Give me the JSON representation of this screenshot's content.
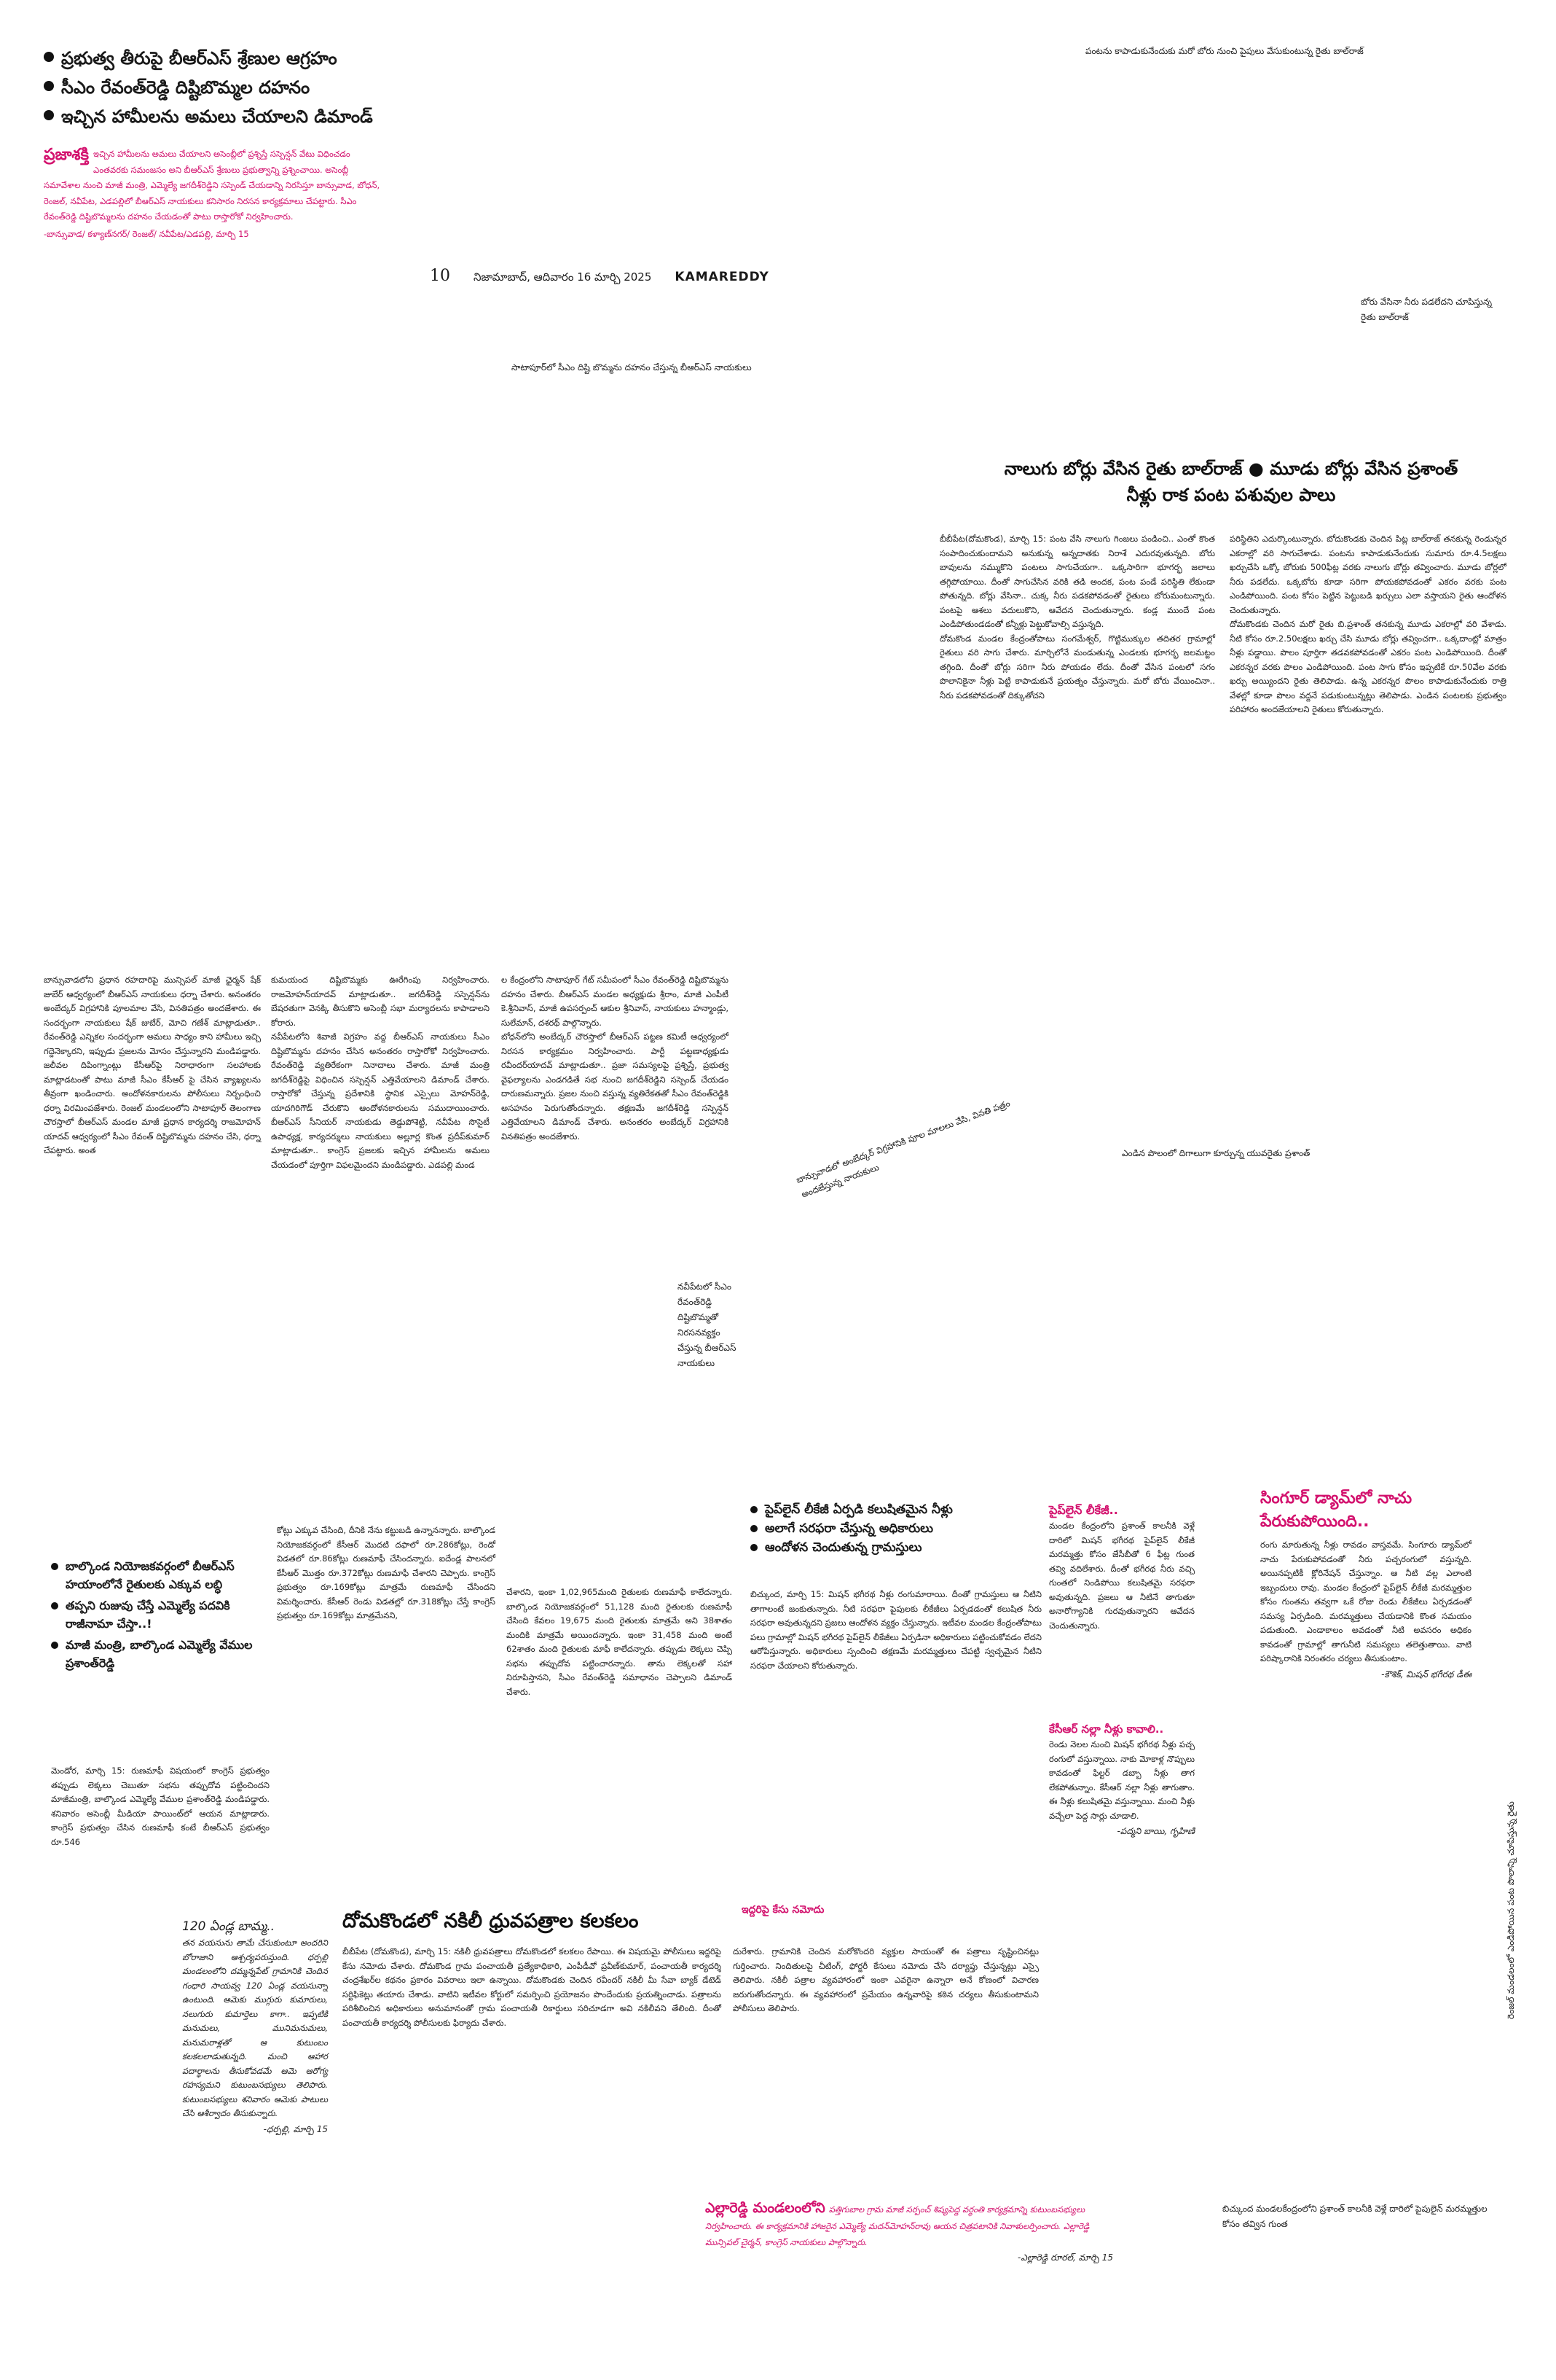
{
  "top_bullets": [
    "ప్రభుత్వ తీరుపై బీఆర్ఎస్ శ్రేణుల ఆగ్రహం",
    "సీఎం రేవంత్‌రెడ్డి దిష్టిబొమ్మల దహనం",
    "ఇచ్చిన హామీలను అమలు చేయాలని డిమాండ్"
  ],
  "top_story": {
    "lead_word": "ప్రజాశక్తి",
    "text": "ఇచ్చిన హామీలను అమలు చేయాలని అసెంబ్లీలో ప్రశ్నిస్తే సస్పెన్షన్ వేటు విధించడం ఎంతవరకు సమంజసం అని బీఆర్ఎస్ శ్రేణులు ప్రభుత్వాన్ని ప్రశ్నించాయి. అసెంబ్లీ సమావేశాల నుంచి మాజీ మంత్రి, ఎమ్మెల్యే జగదీశ్‌రెడ్డిని సస్పెండ్ చేయడాన్ని నిరసిస్తూ బాన్సువాడ, బోధన్, రెంజల్, నవీపేట, ఎడపల్లిలో బీఆర్ఎస్ నాయకులు కనిసారం నిరసన కార్యక్రమాలు చేపట్టారు. సీఎం రేవంత్‌రెడ్డి దిష్టిబొమ్మలను దహనం చేయడంతో పాటు రాస్తారోకో నిర్వహించారు.",
    "credit": "-బాన్సువాడ/ కళ్యాణ్‌నగర్/ రెంజల్/ నవీపేట/ఎడపల్లి, మార్చి 15"
  },
  "header": {
    "page_number": "10",
    "dateline": "నిజామాబాద్, ఆదివారం 16 మార్చి 2025",
    "edition": "KAMAREDDY"
  },
  "photo_captions": {
    "top_right": "పంటను కాపాడుకునేందుకు మరో బోరు నుంచి పైపులు వేసుకుంటున్న రైతు బాల్‌రాజ్",
    "borewell": "బోరు వేసినా నీరు పడలేదని చూపిస్తున్న రైతు బాల్‌రాజ్",
    "satapur": "సాటాపూర్‌లో సీఎం దిష్టి బొమ్మను దహనం చేస్తున్న బీఆర్ఎస్ నాయకులు",
    "dried_field": "ఎండిన పొలంలో దిగాలుగా కూర్చున్న యువరైతు ప్రశాంత్",
    "banswada_rotated": "బాన్సువాడలో అంబేద్కర్ విగ్రహానికి పూల మాలలు వేసి, వినతి పత్రం అందజేస్తున్న నాయకులు",
    "navipet": "నవీపేటలో సీఎం రేవంత్‌రెడ్డి దిష్టిబొమ్మతో నిరసనవ్యక్తం చేస్తున్న బీఆర్ఎస్ నాయకులు",
    "pipeline": "బిచ్కుంద మండలకేంద్రంలోని ప్రశాంత్ కాలనీకి వెళ్లే దారిలో పైపులైన్ మరమ్మత్తుల కోసం తవ్విన గుంత",
    "singur_rotated": "రెంజల్ మండలంలో ఎండిపోయిన పంట పొలాన్ని చూపిస్తున్న రైతు"
  },
  "bore_story": {
    "headline_1": "నాలుగు బోర్లు వేసిన రైతు బాల్‌రాజ్",
    "headline_sep": "●",
    "headline_2": "మూడు బోర్లు వేసిన ప్రశాంత్",
    "subheadline": "నీళ్లు రాక పంట పశువుల పాలు",
    "col_1": "బీబీపేట(దోమకొండ), మార్చి 15: పంట వేసి నాలుగు గింజలు పండించి.. ఎంతో కొంత సంపాదించుకుందామని అనుకున్న అన్నదాతకు నిరాశే ఎదురవుతున్నది. బోరు బావులను నమ్ముకొని పంటలు సాగుచేయగా.. ఒక్కసారిగా భూగర్భ జలాలు తగ్గిపోయాయి. దీంతో సాగుచేసిన వరికి తడి అందక, పంట పండే పరిస్థితి లేకుండా పోతున్నది. బోర్లు వేసినా.. చుక్క నీరు పడకపోవడంతో రైతులు బోరుమంటున్నారు. పంటపై ఆశలు వదులుకొని, ఆవేదన చెందుతున్నారు. కండ్ల ముందే పంట ఎండిపోతుండడంతో కన్నీళ్లు పెట్టుకోవాల్సి వస్తున్నది.\nదోమకొండ మండల కేంద్రంతోపాటు సంగమేశ్వర్, గొట్టిముక్కుల తదితర గ్రామాల్లో రైతులు వరి సాగు చేశారు. మార్చిలోనే మండుతున్న ఎండలకు భూగర్భ జలమట్టం తగ్గింది. దీంతో బోర్లు సరిగా నీరు పోయడం లేదు. దీంతో వేసిన పంటలో సగం పొలానికైనా నీళ్లు పెట్టి కాపాడుకునే ప్రయత్నం చేస్తున్నారు. మరో బోరు వేయించినా.. నీరు పడకపోవడంతో దిక్కుతోచని",
    "col_2": "పరిస్థితిని ఎదుర్కొంటున్నారు. బోదుకొండకు చెందిన పిట్ల బాల్‌రాజ్ తనకున్న రెండున్నర ఎకరాల్లో వరి సాగుచేశాడు. పంటను కాపాడుకునేందుకు సుమారు రూ.4.5లక్షలు ఖర్చుచేసి ఒక్కో బోరుకు 500ఫీట్ల వరకు నాలుగు బోర్లు తవ్వించారు. మూడు బోర్లలో నీరు పడలేదు. ఒక్కబోరు కూడా సరిగా పోయకపోవడంతో ఎకరం వరకు పంట ఎండిపోయింది. పంట కోసం పెట్టిన పెట్టుబడి ఖర్చులు ఎలా వస్తాయని రైతు ఆందోళన చెందుతున్నారు.\nదోమకొండకు చెందిన మరో రైతు బి.ప్రశాంత్ తనకున్న మూడు ఎకరాల్లో వరి వేశాడు. నీటి కోసం రూ.2.50లక్షలు ఖర్చు చేసి మూడు బోర్లు తవ్వించగా.. ఒక్కదాంట్లో మాత్రం నీళ్లు పడ్డాయి. పొలం పూర్తిగా తడవకపోవడంతో ఎకరం పంట ఎండిపోయింది. దీంతో ఎకరన్నర వరకు పొలం ఎండిపోయింది. పంట సాగు కోసం ఇప్పటికే రూ.50వేల వరకు ఖర్చు అయ్యిందని రైతు తెలిపాడు. ఉన్న ఎకరన్నర పొలం కాపాడుకునేందుకు రాత్రి వేళల్లో కూడా పొలం వద్దనే పడుకుంటున్నట్లు తెలిపాడు. ఎండిన పంటలకు ప్రభుత్వం పరిహారం అందజేయాలని రైతులు కోరుతున్నారు."
  },
  "brs_story": {
    "col_1": "బాన్సువాడలోని ప్రధాన రహదారిపై మున్సిపల్ మాజీ ఛైర్మన్ షేక్ జుబేర్ ఆధ్వర్యంలో బీఆర్ఎస్ నాయకులు ధర్నా చేశారు. అనంతరం అంబేద్కర్ విగ్రహానికి పూలమాల వేసి, వినతిపత్రం అందజేశారు. ఈ సందర్భంగా నాయకులు షేక్ జుబేర్, మోచి గణేశ్ మాట్లాడుతూ.. రేవంత్‌రెడ్డి ఎన్నికల సందర్భంగా అమలు సాధ్యం కాని హామీలు ఇచ్చి గద్దెనెక్కారని, ఇప్పుడు ప్రజలను మోసం చేస్తున్నారని మండిపడ్డారు. జలీవల దిపింగ్నాంట్లు కేసీఆర్‌పై నిరాధారంగా సలహాలకు మాట్లాడటంతో పాటు మాజీ సీఎం కేసీఆర్ పై చేసిన వ్యాఖ్యలను తీవ్రంగా ఖండించారు. అందోళనకారులను పోలీసులు నిర్బంధించి ధర్నా విరమింపజేశారు. రెంజల్ మండలంలోని సాటాపూర్ తెలంగాణ చౌరస్తాలో బీఆర్ఎస్ మండల మాజీ ప్రధాన కార్యదర్శి రాజమోహన్ యాదవ్ ఆధ్వర్యంలో సీఎం రేవంత్ దిష్టిబొమ్మను దహనం చేసి, ధర్నా చేపట్టారు. అంత",
    "col_2": "కుమయంద దిష్టిబొమ్మకు ఊరేగింపు నిర్వహించారు. రాజమోహన్‌యాదవ్ మాట్లాడుతూ.. జగదీశ్‌రెడ్డి సస్పెన్షన్‌ను బేషరతుగా వెనక్కి తీసుకొని అసెంబ్లీ సభా మర్యాదలను కాపాడాలని కోరారు.\nనవీపేటలోని శివాజీ విగ్రహం వద్ద బీఆర్ఎస్ నాయకులు సీఎం దిష్టిబొమ్మను దహనం చేసిన అనంతరం రాస్తారోకో నిర్వహించారు. రేవంత్‌రెడ్డి వ్యతిరేకంగా నినాదాలు చేశారు. మాజీ మంత్రి జగదీశ్‌రెడ్డిపై విధించిన సస్పెన్షన్ ఎత్తివేయాలని డిమాండ్ చేశారు. రాస్తారోకో చేస్తున్న ప్రదేశానికి స్థానిక ఎస్సైలు మోహన్‌రెడ్డి, యాదగిరిగౌడ్ చేరుకొని ఆందోళనకారులను సముదాయించారు. బీఆర్ఎస్ సీనియర్ నాయకుడు తెడ్డుపోశెట్టి, నవీపేట సొసైటీ ఉపాధ్యక్ష, కార్యదర్శులు నాయకులు అల్లూర్ల కొంత ప్రదీప్‌కుమార్ మాట్లాడుతూ.. కాంగ్రెస్ ప్రజలకు ఇచ్చిన హామీలను అమలు చేయడంలో పూర్తిగా విఫలమైందని మండిపడ్డారు. ఎడపల్లి మండ",
    "col_3": "ల కేంద్రంలోని సాటాపూర్ గేట్ సమీపంలో సీఎం రేవంత్‌రెడ్డి దిష్టిబొమ్మను దహనం చేశారు. బీఆర్ఎస్ మండల అధ్యక్షుడు శ్రీరాం, మాజీ ఎంపీటీ కె.శ్రీనివాస్, మాజీ ఉపసర్పంచ్ ఆకుల శ్రీనివాస్, నాయకులు హన్మాండ్లు, సులేమాన్, దశరథ్ పాల్గొన్నారు.\nబోధన్‌లోని అంబేద్కర్ చౌరస్తాలో బీఆర్ఎస్ పట్టణ కమిటీ ఆధ్వర్యంలో నిరసన కార్యక్రమం నిర్వహించారు. పార్టీ పట్టణాధ్యక్షుడు రవీందర్‌యాదవ్ మాట్లాడుతూ.. ప్రజా సమస్యలపై ప్రశ్నిస్తే, ప్రభుత్వ వైఫల్యాలను ఎండగడితే సభ నుంచి జగదీశ్‌రెడ్డిని సస్పెండ్ చేయడం దారుణమన్నారు. ప్రజల నుంచి వస్తున్న వ్యతిరేకతతో సీఎం రేవంత్‌రెడ్డికి అసహనం పెరుగుతోందన్నారు. తక్షణమే జగదీశ్‌రెడ్డి సస్పెన్షన్ ఎత్తివేయాలని డిమాండ్ చేశారు. అనంతరం అంబేద్కర్ విగ్రహానికి వినతిపత్రం అందజేశారు."
  },
  "balkonda_story": {
    "bullets": [
      "బాల్కొండ నియోజకవర్గంలో బీఆర్ఎస్ హయాంలోనే రైతులకు ఎక్కువ లబ్ధి",
      "తప్పని రుజువు చేస్తే ఎమ్మెల్యే పదవికి రాజీనామా చేస్తా..!",
      "మాజీ మంత్రి, బాల్కొండ ఎమ్మెల్యే వేముల ప్రశాంత్‌రెడ్డి"
    ],
    "col_1": "మెండోర, మార్చి 15: రుణమాఫీ విషయంలో కాంగ్రెస్ ప్రభుత్వం తప్పుడు లెక్కలు చెబుతూ సభను తప్పుదోవ పట్టించిందని మాజీమంత్రి, బాల్కొండ ఎమ్మెల్యే వేముల ప్రశాంత్‌రెడ్డి మండిపడ్డారు. శనివారం అసెంబ్లీ మీడియా పాయింట్‌లో ఆయన మాట్లాడారు. కాంగ్రెస్ ప్రభుత్వం చేసిన రుణమాఫీ కంటే బీఆర్ఎస్ ప్రభుత్వం రూ.546",
    "col_2": "కోట్లు ఎక్కువ చేసింది, దీనికి నేను కట్టుబడి ఉన్నానన్నారు. బాల్కొండ నియోజకవర్గంలో కేసీఆర్ మొదటి దఫాలో రూ.286కోట్లు, రెండో విడతలో రూ.86కోట్లు రుణమాఫీ చేసిందన్నారు. ఐదేండ్ల పాలనలో కేసీఆర్ మొత్తం రూ.372కోట్లు రుణమాఫీ చేశారని చెప్పారు. కాంగ్రెస్ ప్రభుత్వం రూ.169కోట్లు మాత్రమే రుణమాఫీ చేసిందని విమర్శించారు. కేసీఆర్ రెండు విడతల్లో రూ.318కోట్లు చేస్తే కాంగ్రెస్ ప్రభుత్వం రూ.169కోట్లు మాత్రమేనని,",
    "col_3": "చేశారని, ఇంకా 1,02,965మంది రైతులకు రుణమాఫీ కాలేదన్నారు. బాల్కొండ నియోజకవర్గంలో 51,128 మంది రైతులకు రుణమాఫీ చేసింది కేవలం 19,675 మంది రైతులకు మాత్రమే అని 38శాతం మందికి మాత్రమే అయిందన్నారు. ఇంకా 31,458 మంది అంటే 62శాతం మంది రైతులకు మాఫీ కాలేదన్నారు. తప్పుడు లెక్కలు చెప్పి సభను తప్పుదోవ పట్టించారన్నారు. తాను లెక్కలతో సహా నిరూపిస్తానని, సీఎం రేవంత్‌రెడ్డి సమాధానం చెప్పాలని డిమాండ్ చేశారు."
  },
  "bottom_left": {
    "headline": "120 ఏండ్ల బామ్మ..",
    "text": "తన వయసును తామే చేసుకుంటూ అందరిని బోరాజాని ఆశ్చర్యపరుస్తుంది. ధర్పల్లి మండలంలోని దమ్మన్నపేట్ గ్రామానికి చెందిన గంధారి సాయవ్వ 120 ఏండ్ల వయసున్నా ఉంటుంది. ఆమెకు ముగ్గురు కుమారులు, నలుగురు కుమార్తెలు కాగా.. ఇప్పటికి మనుమలు, మునిమనుమలు, మనుమరాళ్లతో ఆ కుటుంబం కలకలలాడుతున్నది. మంచి ఆహార పదార్థాలను తీసుకోవడమే ఆమె ఆరోగ్య రహస్యమని కుటుంబసభ్యులు తెలిపారు. కుటుంబసభ్యులు శనివారం ఆమెకు పాటులు చేసి ఆశీర్వాదం తీసుకున్నారు.",
    "credit": "-ధర్పల్లి, మార్చి 15"
  },
  "domakonda_story": {
    "headline": "దోమకొండలో నకిలీ ధ్రువపత్రాల కలకలం",
    "col_1": "బీబీపేట (దోమకొండ), మార్చి 15: నకిలీ ధ్రువపత్రాలు దోమకొండలో కలకలం రేపాయి. ఈ విషయమై పోలీసులు ఇద్దరిపై కేసు నమోదు చేశారు. దోమకొండ గ్రామ పంచాయతీ ప్రత్యేకాధికారి, ఎంపీడీవో ప్రవీణ్‌కుమార్, పంచాయతీ కార్యదర్శి చంద్రశేఖర్‌ల కథనం ప్రకారం వివరాలు ఇలా ఉన్నాయి. దోమకొండకు చెందిన రవీందర్ నకిలీ మీ సేవా బ్యాక్ డేటెడ్ సర్టిఫికెట్లు తయారు చేశాడు. వాటిని ఇటీవల కోర్టులో సమర్పించి ప్రయోజనం పొందేందుకు ప్రయత్నించాడు. పత్రాలను పరిశీలించిన అధికారులు అనుమానంతో గ్రామ పంచాయతీ రికార్డులు సరిచూడగా అవి నకిలీవని తేలింది. దీంతో పంచాయతీ కార్యదర్శి పోలీసులకు ఫిర్యాదు చేశారు.",
    "col_2": "దురేశారు. గ్రామానికి చెందిన మరోకొందరి వ్యక్తుల సాయంతో ఈ పత్రాలు సృష్టించినట్లు గుర్తించారు. నిందితులపై చీటింగ్, ఫోర్జరీ కేసులు నమోదు చేసి దర్యాప్తు చేస్తున్నట్లు ఎస్సై తెలిపారు. నకిలీ పత్రాల వ్యవహారంలో ఇంకా ఎవరైనా ఉన్నారా అనే కోణంలో విచారణ జరుగుతోందన్నారు. ఈ వ్యవహారంలో ప్రమేయం ఉన్నవారిపై కఠిన చర్యలు తీసుకుంటామని పోలీసులు తెలిపారు.",
    "sub_headline": "ఇద్దరిపై కేసు నమోదు"
  },
  "yellareddy_story": {
    "headline": "ఎల్లారెడ్డి మండలంలోని",
    "text": "పత్తిగుబాల గ్రామ మాజీ సర్పంచ్ శిష్యపెద్ద వర్ధంతి కార్యక్రమాన్ని కుటుంబసభ్యులు నిర్వహించారు. ఈ కార్యక్రమానికి హాజరైన ఎమ్మెల్యే మదన్‌మోహన్‌రావు ఆయన చిత్రపటానికి నివాళులర్పించారు. ఎల్లారెడ్డి మున్సిపల్ చైర్మన్, కాంగ్రెస్ నాయకులు పాల్గొన్నారు.",
    "credit": "-ఎల్లారెడ్డి రూరల్, మార్చి 15"
  },
  "pipeline_story": {
    "bullets": [
      "పైప్‌లైన్ లీకేజీ ఏర్పడి కలుషితమైన నీళ్లు",
      "అలాగే సరఫరా చేస్తున్న అధికారులు",
      "ఆందోళన చెందుతున్న గ్రామస్తులు"
    ],
    "side_headline": "పైప్‌లైన్ లీకేజీ..",
    "side_text": "మండల కేంద్రంలోని ప్రశాంత్ కాలనీకి వెళ్లే దారిలో మిషన్ భగీరథ పైప్‌లైన్ లీకేజీ మరమ్మత్తు కోసం జేసీబీతో 6 ఫీట్ల గుంత తవ్వి వదిలేశారు. దీంతో భగీరథ నీరు వచ్చి గుంతలో నిండిపోయి కలుషితమై సరఫరా అవుతున్నది. ప్రజలు ఆ నీటినే తాగుతూ అనారోగ్యానికి గురవుతున్నారని ఆవేదన చెందుతున్నారు.",
    "text": "బిచ్కుంద, మార్చి 15: మిషన్ భగీరథ నీళ్లు రంగుమారాయి. దీంతో గ్రామస్తులు ఆ నీటిని తాగాలంటే జంకుతున్నారు. నీటి సరఫరా పైపులకు లీకేజీలు ఏర్పడడంతో కలుషిత నీరు సరఫరా అవుతున్నదని ప్రజలు ఆందోళన వ్యక్తం చేస్తున్నారు. ఇటీవల మండల కేంద్రంతోపాటు పలు గ్రామాల్లో మిషన్ భగీరథ పైప్‌లైన్ లీకేజీలు ఏర్పడినా అధికారులు పట్టించుకోవడం లేదని ఆరోపిస్తున్నారు. అధికారులు స్పందించి తక్షణమే మరమ్మత్తులు చేపట్టి స్వచ్ఛమైన నీటిని సరఫరా చేయాలని కోరుతున్నారు.",
    "sub_headline": "కేసీఆర్ నల్లా నీళ్లు కావాలి..",
    "quote": "రెండు నెలల నుంచి మిషన్ భగీరథ నీళ్లు పచ్చ రంగులో వస్తున్నాయి. నాకు మోకాళ్ల నొప్పులు కావడంతో ఫిల్టర్ డబ్బా నీళ్లు తాగ లేకపోతున్నాం. కేసీఆర్ నల్లా నీళ్లు తాగుతాం. ఈ నీళ్లు కలుషితమై వస్తున్నాయి. మంచి నీళ్లు వచ్చేలా పెద్ద సార్లు చూడాలి.",
    "quote_credit": "-పద్మని బాయి, గృహిణి"
  },
  "singur_story": {
    "headline": "సింగూర్ డ్యామ్‌లో నాచు పేరుకుపోయింది..",
    "text": "రంగు మారుతున్న నీళ్లు రావడం వాస్తవమే. సింగూరు డ్యామ్‌లో నాచు పేరుకుపోవడంతో నీరు పచ్చరంగులో వస్తున్నది. అయినప్పటికీ క్లోరినేషన్ చేస్తున్నాం. ఆ నీటి వల్ల ఎలాంటి ఇబ్బందులు రావు. మండల కేంద్రంలో పైప్‌లైన్ లీకేజీ మరమ్మత్తుల కోసం గుంతను తవ్వగా ఒకే రోజు రెండు లీకేజీలు ఏర్పడడంతో సమస్య ఏర్పడింది. మరమ్మత్తులు చేయడానికి కొంత సమయం పడుతుంది. ఎండాకాలం అవడంతో నీటి అవసరం అధికం కావడంతో గ్రామాల్లో తాగునీటి సమస్యలు తలెత్తుతాయి. వాటి పరిష్కారానికి నిరంతరం చర్యలు తీసుకుంటాం.",
    "credit": "-కౌశిక్, మిషన్ భగీరథ డీఈ"
  }
}
